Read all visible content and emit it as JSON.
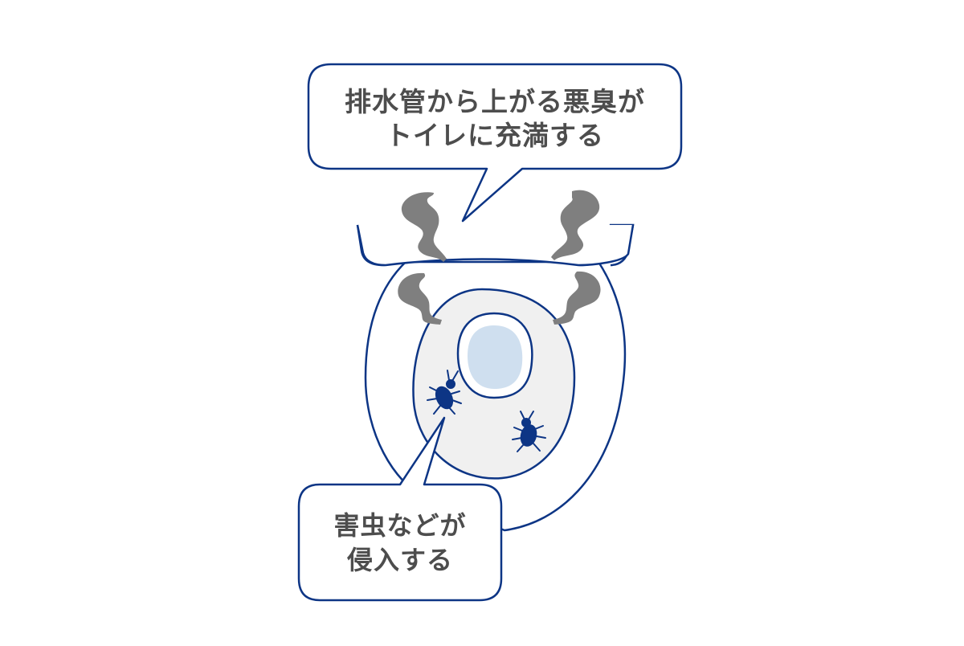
{
  "colors": {
    "outline": "#0d3585",
    "bowl_fill": "#f0f0f0",
    "water_fill": "#cfdfef",
    "smoke": "#7f7f7f",
    "bug": "#0d3585",
    "text": "#4d4d4d"
  },
  "callouts": {
    "odor": {
      "line1": "排水管から上がる悪臭が",
      "line2": "トイレに充満する"
    },
    "pests": {
      "line1": "害虫などが",
      "line2": "侵入する"
    }
  },
  "icons": {
    "smoke": "smoke-icon",
    "bug": "cockroach-icon"
  }
}
